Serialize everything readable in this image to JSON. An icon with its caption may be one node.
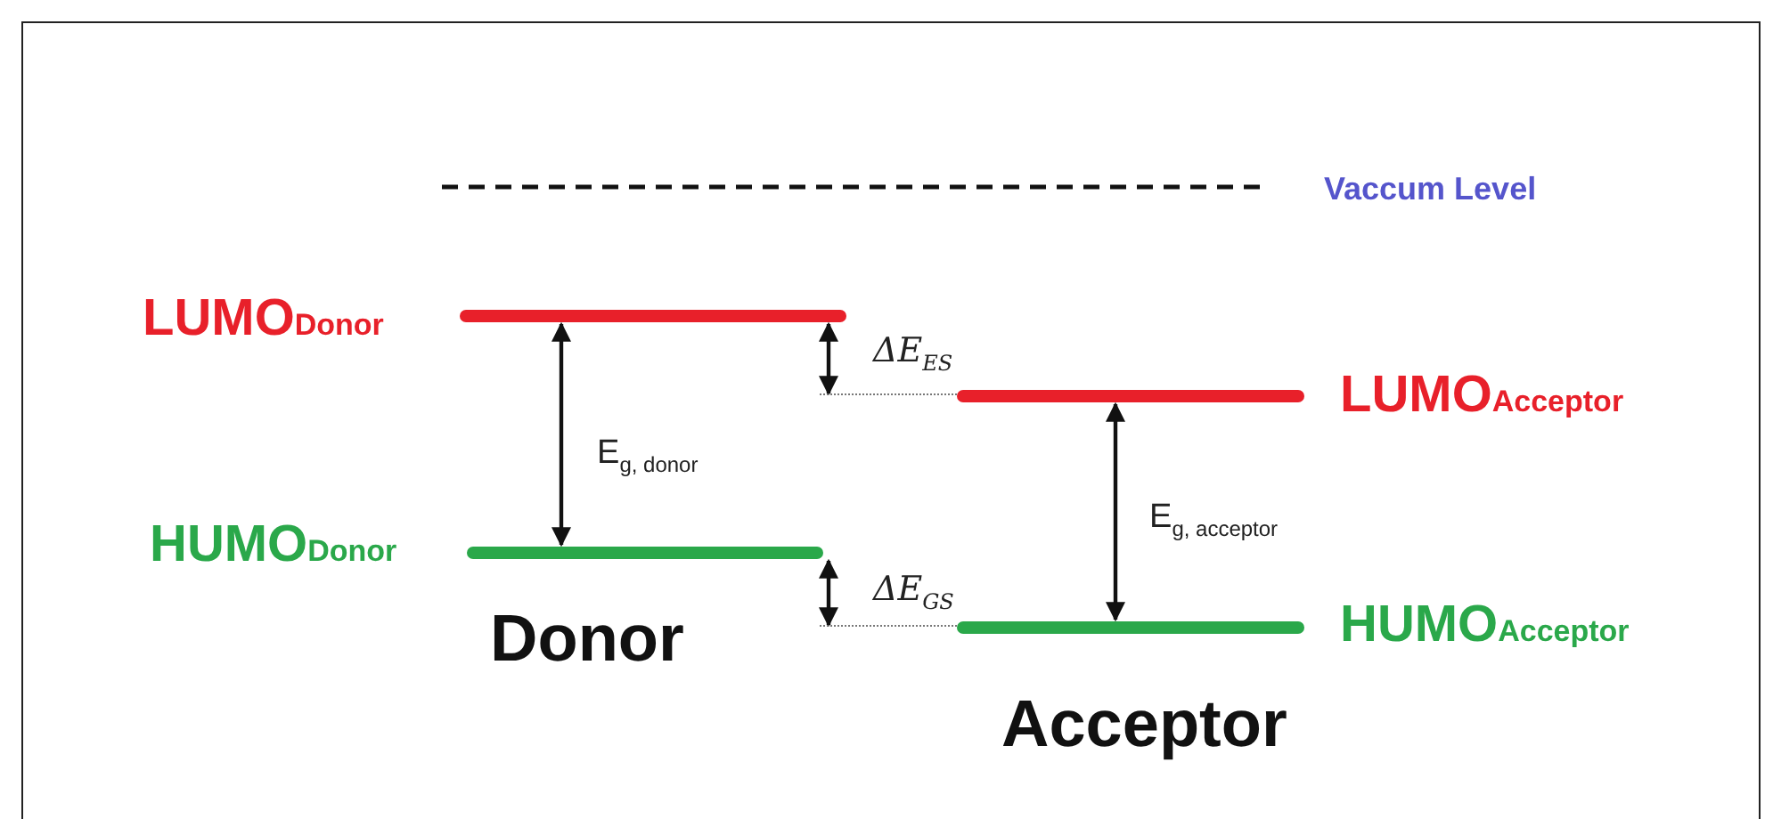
{
  "diagram": {
    "nodes": [
      {
        "text": [
          "LUMO$_{Donor}$"
        ]
      },
      {
        "text": [
          "HUMO$_{Donor}$"
        ]
      },
      {
        "text": [
          "LUMO$_{Acceptor}$"
        ]
      },
      {
        "text": [
          "HUMO$_{Acceptor}$"
        ]
      },
      {
        "text": [],
        "shape": "bar"
      },
      {
        "text": [],
        "shape": "bar"
      }
    ],
    "edges": [
      {
        "from": 0,
        "to": 1,
        "arrow": "both",
        "label": "E$_{g, donor}$"
      },
      {
        "from": 2,
        "to": 3,
        "arrow": "both",
        "label": "E$_{g, acceptor}$"
      },
      {
        "from": 0,
        "to": 4,
        "arrow": "both",
        "label": "ΔE$_{ES}$"
      },
      {
        "from": 1,
        "to": 5,
        "arrow": "both",
        "label": "ΔE$_{GS}$"
      }
    ],
    "labels": [
      "Vaccum Level",
      "Donor",
      "Acceptor"
    ]
  }
}
